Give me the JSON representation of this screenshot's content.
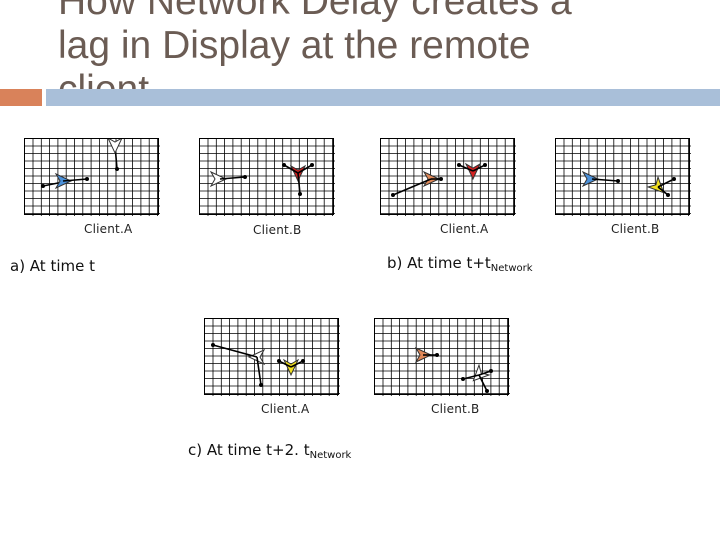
{
  "slide": {
    "title_lines": [
      "How Network Delay creates a",
      "lag in Display at the remote",
      "client"
    ]
  },
  "panels": {
    "a": {
      "client1": "Client.A",
      "client2": "Client.B",
      "caption": "a) At time t",
      "caption_sub": ""
    },
    "b": {
      "client1": "Client.A",
      "client2": "Client.B",
      "caption": "b) At time t+t",
      "caption_sub": "Network"
    },
    "c": {
      "client1": "Client.A",
      "client2": "Client.B",
      "caption": "c) At time t+2. t",
      "caption_sub": "Network"
    }
  },
  "colors": {
    "title": "#6b5c54",
    "accent_orange": "#d9825a",
    "accent_blue": "#a9bfd9",
    "ship_blue": "#4a90d9",
    "ship_red": "#d42020",
    "ship_orange": "#e08858",
    "ship_yellow": "#f2e020",
    "ship_white": "#ffffff"
  }
}
